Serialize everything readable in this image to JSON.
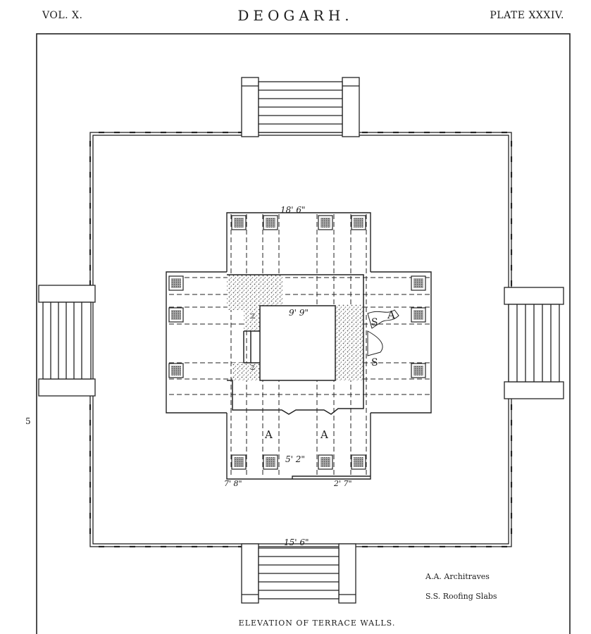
{
  "header": {
    "volume": "VOL. X.",
    "title": "DEOGARH.",
    "plate": "PLATE XXXIV."
  },
  "dimensions": {
    "top": "18' 6\"",
    "inner_chamber": "9' 9\"",
    "bottom_center": "5' 2\"",
    "bottom_left": "7' 8\"",
    "bottom_right": "2' 7\"",
    "steps_width": "15' 6\""
  },
  "markers": {
    "architrave": "A",
    "slab": "S",
    "digit_upper": "2",
    "digit_lower": "2",
    "margin_mark": "5"
  },
  "legend": {
    "architraves": "A.A. Architraves",
    "roofing_slabs": "S.S. Roofing Slabs"
  },
  "caption": "ELEVATION OF TERRACE WALLS."
}
